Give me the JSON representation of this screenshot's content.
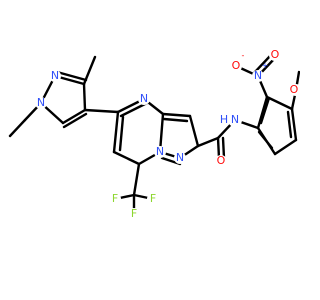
{
  "colors": {
    "bond": "#000000",
    "nitrogen": "#3050F8",
    "oxygen": "#FF0D0D",
    "fluorine": "#8DD62F",
    "background": "#FFFFFF"
  },
  "atoms": {
    "N_pyrazole_1": "N",
    "N_pyrazole_2": "N",
    "N_pyrimidine_4": "N",
    "N_ring_fused_1": "N",
    "N_ring_fused_2": "N",
    "N_amide": "N",
    "H_amide": "H",
    "O_amide": "O",
    "N_nitro": "N",
    "N_nitro_charge": "+",
    "O_nitro_1": "O",
    "O_nitro_1_charge": "-",
    "O_nitro_2": "O",
    "O_methoxy": "O",
    "F_1": "F",
    "F_2": "F",
    "F_3": "F"
  }
}
